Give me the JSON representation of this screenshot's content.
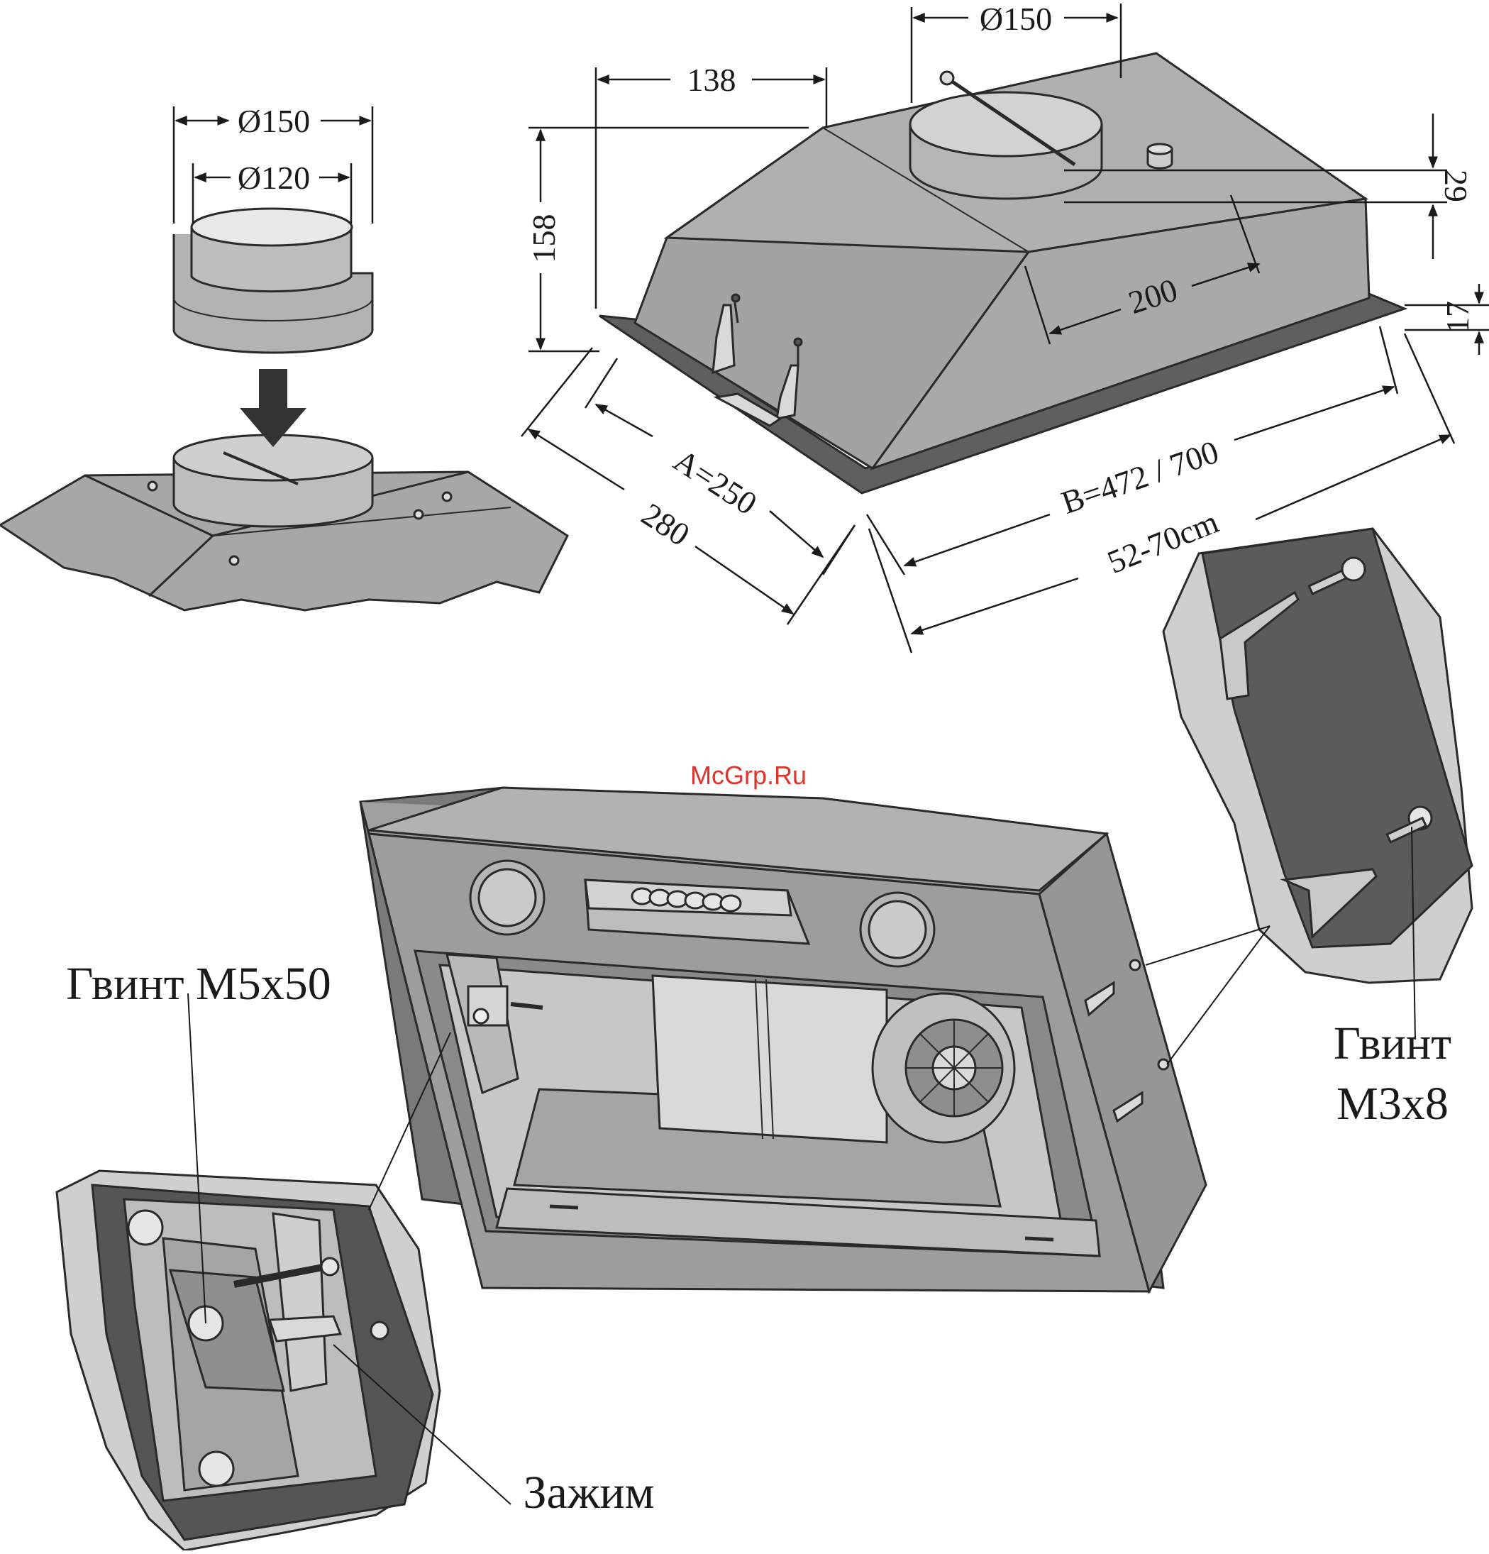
{
  "watermark": "McGrp.Ru",
  "colors": {
    "metal": "#a7a7a7",
    "metal_light": "#bdbdbd",
    "metal_dark": "#5f5f5f",
    "outline": "#2a2a2a",
    "watermark": "#e0322b"
  },
  "adapter_detail": {
    "outer_diameter": "Ø150",
    "inner_diameter": "Ø120"
  },
  "dimensions": {
    "outlet_diameter": "Ø150",
    "outlet_offset": "138",
    "height": "158",
    "collar_height": "29",
    "flange_height": "17",
    "depth_offset": "200",
    "depth_a": "A=250",
    "depth_total": "280",
    "width_b": "B=472 / 700",
    "cutout_width": "52-70cm"
  },
  "callouts": {
    "screw_m5": "Гвинт M5x50",
    "screw_m3_line1": "Гвинт",
    "screw_m3_line2": "M3x8",
    "clamp": "Зажим"
  }
}
